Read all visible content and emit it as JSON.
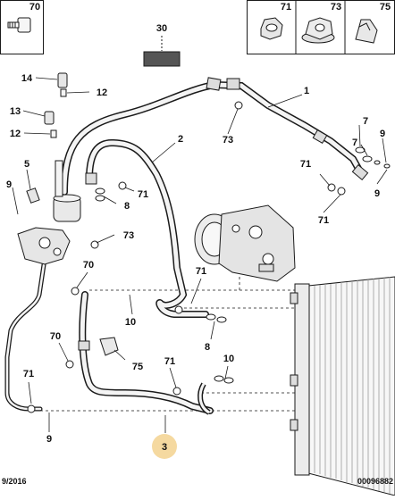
{
  "header_parts": {
    "left": [
      "70"
    ],
    "right": [
      "71",
      "73",
      "75"
    ]
  },
  "callouts": {
    "p30": "30",
    "p14": "14",
    "p12a": "12",
    "p13": "13",
    "p12b": "12",
    "p5": "5",
    "p9a": "9",
    "p73a": "73",
    "p1": "1",
    "p2": "2",
    "p71a": "71",
    "p8a": "8",
    "p73b": "73",
    "p7a": "7",
    "p7b": "7",
    "p9b": "9",
    "p9c": "9",
    "p71b": "71",
    "p71c": "71",
    "p70a": "70",
    "p71d": "71",
    "p10a": "10",
    "p8b": "8",
    "p70b": "70",
    "p75": "75",
    "p71e": "71",
    "p10b": "10",
    "p71f": "71",
    "p9d": "9",
    "p3": "3"
  },
  "footer": {
    "date": "9/2016",
    "code": "00096882"
  },
  "colors": {
    "line": "#1a1a1a",
    "highlight": "#f5d9a0",
    "tube_fill": "#f4f4f4"
  }
}
